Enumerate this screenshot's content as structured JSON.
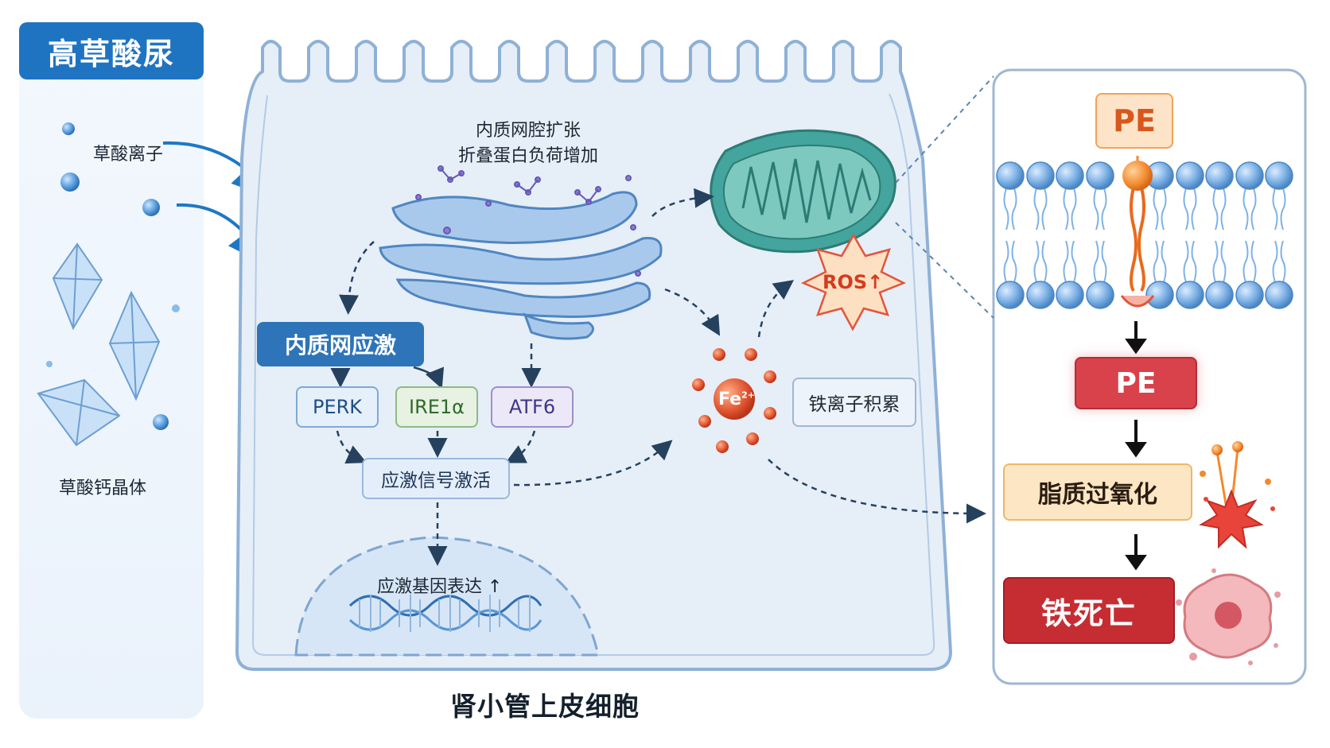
{
  "left_panel": {
    "title": "高草酸尿",
    "oxalate_label": "草酸离子",
    "crystal_label": "草酸钙晶体"
  },
  "cell": {
    "caption": "肾小管上皮细胞",
    "er_swelling_line1": "内质网腔扩张",
    "er_swelling_line2": "折叠蛋白负荷增加",
    "er_stress": "内质网应激",
    "perk": "PERK",
    "ire1a": "IRE1α",
    "atf6": "ATF6",
    "stress_signal": "应激信号激活",
    "gene_expression": "应激基因表达 ↑",
    "iron_label": "Fe",
    "iron_charge": "2+",
    "iron_accumulation": "铁离子积累",
    "ros": "ROS↑"
  },
  "right_panel": {
    "pe_top": "PE",
    "pe_oxidized": "PE",
    "lipid_peroxidation": "脂质过氧化",
    "ferroptosis": "铁死亡"
  },
  "colors": {
    "title_blue": "#1f74c2",
    "cell_fill": "#e6eef8",
    "cell_stroke": "#8fb1d6",
    "mito": "#43a59d",
    "iron": "#e0532e",
    "pe_red": "#d9424b",
    "ferroptosis_red": "#c62d33"
  }
}
